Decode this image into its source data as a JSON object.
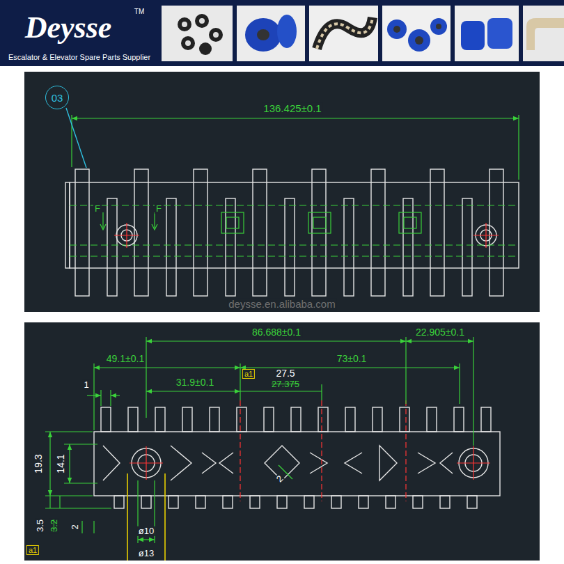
{
  "diagram": {
    "nodes": [
      {
        "text": [
          "03"
        ]
      }
    ],
    "labels": [
      "Deysse",
      "TM",
      "Escalator & Elevator Spare Parts Supplier",
      "136.425±0.1",
      "F",
      "F",
      "deysse.en.alibaba.com",
      "86.688±0.1",
      "22.905±0.1",
      "49.1±0.1",
      "73±0.1",
      "31.9±0.1",
      "1",
      "a1",
      "27.5",
      "27.375",
      "19.3",
      "14.1",
      "3.5",
      "3.2",
      "2",
      "2",
      "ø10",
      "ø13",
      "a1"
    ]
  }
}
